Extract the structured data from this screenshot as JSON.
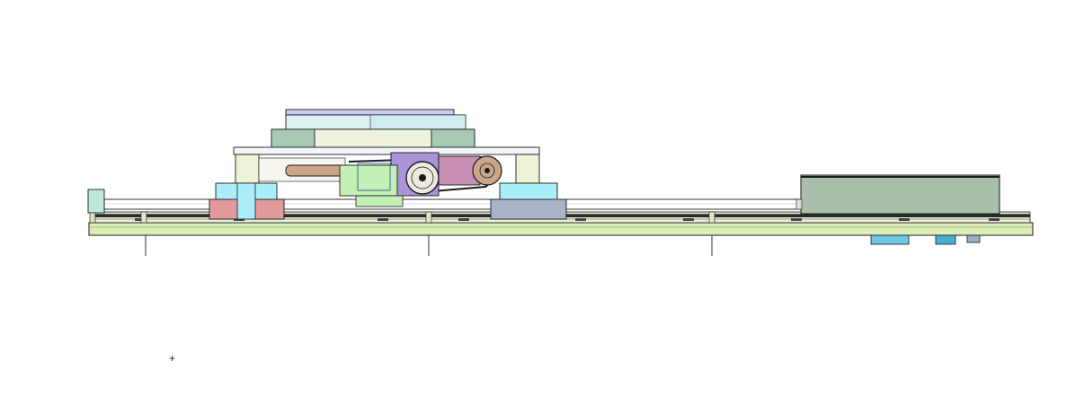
{
  "view": {
    "background": "#ffffff",
    "cursor_glyph": "+"
  },
  "colors": {
    "outline": "#1a1a1a",
    "base_rail": "#dcefb8",
    "guide_rod": "#ffffff",
    "top_plate_dark": "#a9c9b5",
    "top_plate_light": "#dff0f0",
    "top_plate_lavender": "#c9c9f5",
    "carriage_plate": "#eef3e0",
    "bearing_block_cream": "#eef2d6",
    "slider_blue": "#a9eef8",
    "slider_pink": "#e39a9a",
    "slider_gray": "#a9b4c9",
    "motor_green": "#c3f0b4",
    "gearbox_purple": "#a994d8",
    "pulley_pink": "#c88fb4",
    "belt_brown": "#c9a58a",
    "cylinder_gray": "#a9bfab",
    "end_block_green": "#bfe8dc",
    "under_blue": "#6cc9e0",
    "sensor_gray": "#99b0c0"
  },
  "parts": [
    {
      "id": "base-rail"
    },
    {
      "id": "guide-rod"
    },
    {
      "id": "linear-guide"
    },
    {
      "id": "left-carriage"
    },
    {
      "id": "right-carriage"
    },
    {
      "id": "top-plate"
    },
    {
      "id": "drive-motor"
    },
    {
      "id": "gearbox"
    },
    {
      "id": "drive-pulley"
    },
    {
      "id": "idler-pulley"
    },
    {
      "id": "pneumatic-cylinder"
    },
    {
      "id": "end-block"
    },
    {
      "id": "support-legs"
    },
    {
      "id": "under-sensors"
    }
  ]
}
